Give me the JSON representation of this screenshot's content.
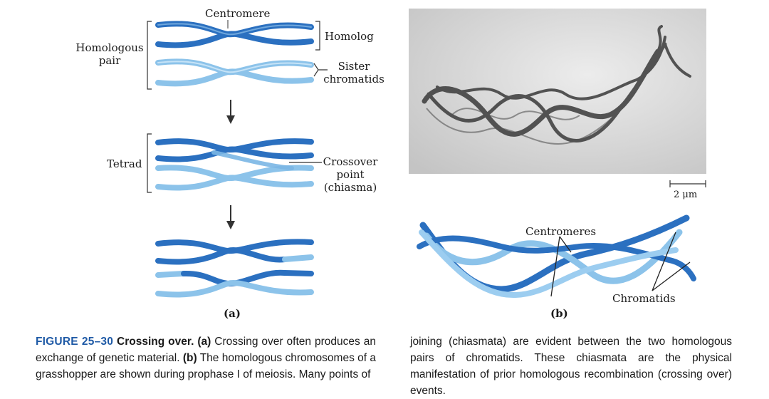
{
  "figure_a": {
    "labels": {
      "centromere": "Centromere",
      "homolog": "Homolog",
      "homologous_pair_line1": "Homologous",
      "homologous_pair_line2": "pair",
      "sister_line1": "Sister",
      "sister_line2": "chromatids",
      "tetrad": "Tetrad",
      "crossover_line1": "Crossover",
      "crossover_line2": "point",
      "crossover_line3": "(chiasma)"
    },
    "panel_label": "(a)"
  },
  "figure_b": {
    "scale_label": "2 μm",
    "centromeres": "Centromeres",
    "chromatids": "Chromatids",
    "panel_label": "(b)"
  },
  "caption": {
    "fig_number": "FIGURE 25–30",
    "title": "Crossing over.",
    "a_marker": "(a)",
    "a_text": "Crossing over often produces an exchange of genetic material.",
    "b_marker": "(b)",
    "b_text": "The homologous chromosomes of a grasshopper are shown during prophase I of meiosis. Many points of",
    "continued": "joining (chiasmata) are evident between the two homologous pairs of chromatids. These chiasmata are the physical manifestation of prior homologous recombination (crossing over) events."
  },
  "colors": {
    "dark_blue": "#2f78c4",
    "light_blue": "#8cc3ea",
    "caption_accent": "#1f5aa6"
  }
}
